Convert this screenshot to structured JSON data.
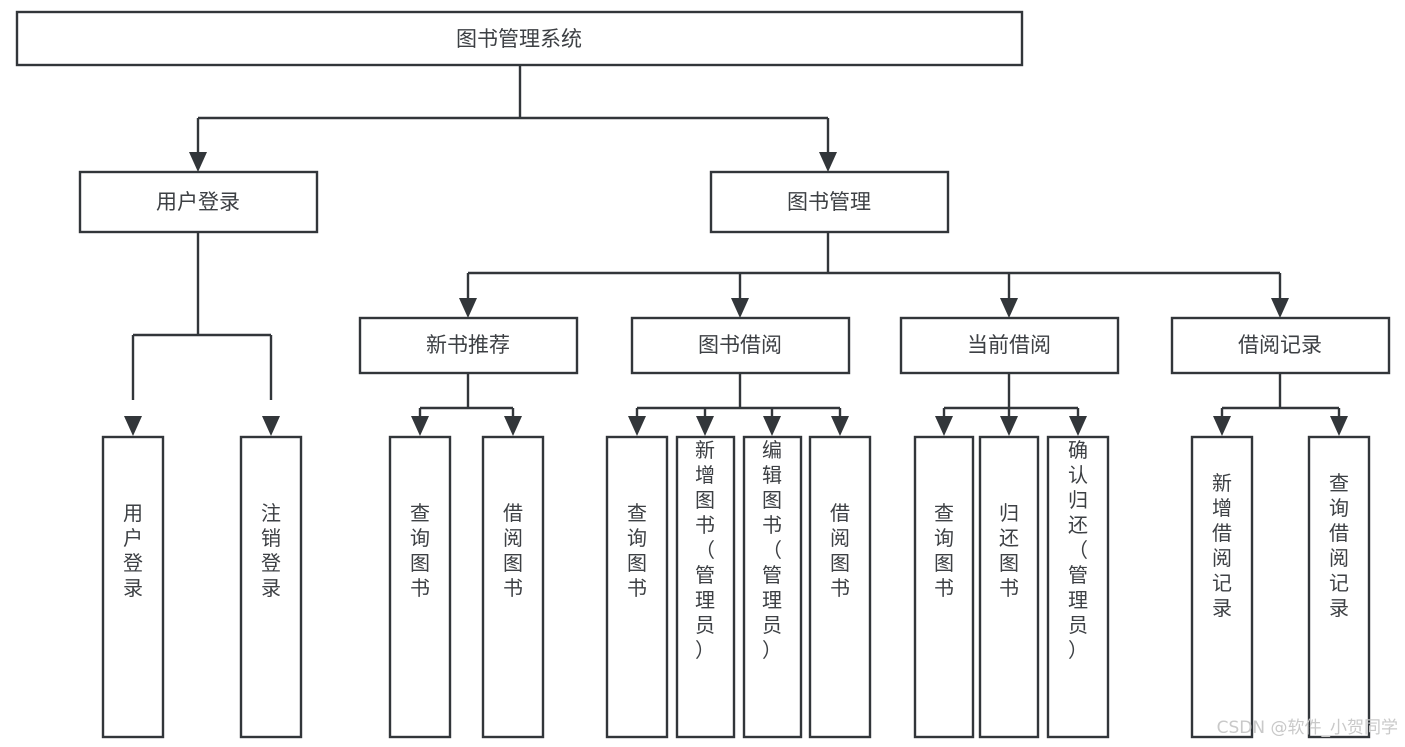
{
  "diagram": {
    "title": "图书管理系统",
    "type": "tree-hierarchy",
    "root": {
      "id": "root",
      "label": "图书管理系统",
      "orientation": "horizontal"
    },
    "level1": [
      {
        "id": "user-login",
        "label": "用户登录",
        "orientation": "horizontal"
      },
      {
        "id": "book-management",
        "label": "图书管理",
        "orientation": "horizontal"
      }
    ],
    "level2": [
      {
        "id": "new-book-recommend",
        "label": "新书推荐",
        "parent": "book-management",
        "orientation": "horizontal"
      },
      {
        "id": "book-borrow",
        "label": "图书借阅",
        "parent": "book-management",
        "orientation": "horizontal"
      },
      {
        "id": "current-borrow",
        "label": "当前借阅",
        "parent": "book-management",
        "orientation": "horizontal"
      },
      {
        "id": "borrow-record",
        "label": "借阅记录",
        "parent": "book-management",
        "orientation": "horizontal"
      }
    ],
    "leaves": [
      {
        "id": "leaf-user-login",
        "label": "用户登录",
        "parent": "user-login",
        "orientation": "vertical"
      },
      {
        "id": "leaf-logout-login",
        "label": "注销登录",
        "parent": "user-login",
        "orientation": "vertical"
      },
      {
        "id": "leaf-query-book-1",
        "label": "查询图书",
        "parent": "new-book-recommend",
        "orientation": "vertical"
      },
      {
        "id": "leaf-borrow-book-1",
        "label": "借阅图书",
        "parent": "new-book-recommend",
        "orientation": "vertical"
      },
      {
        "id": "leaf-query-book-2",
        "label": "查询图书",
        "parent": "book-borrow",
        "orientation": "vertical"
      },
      {
        "id": "leaf-add-book",
        "label": "新增图书（管理员）",
        "parent": "book-borrow",
        "orientation": "vertical"
      },
      {
        "id": "leaf-edit-book",
        "label": "编辑图书（管理员）",
        "parent": "book-borrow",
        "orientation": "vertical"
      },
      {
        "id": "leaf-borrow-book-2",
        "label": "借阅图书",
        "parent": "book-borrow",
        "orientation": "vertical"
      },
      {
        "id": "leaf-query-book-3",
        "label": "查询图书",
        "parent": "current-borrow",
        "orientation": "vertical"
      },
      {
        "id": "leaf-return-book",
        "label": "归还图书",
        "parent": "current-borrow",
        "orientation": "vertical"
      },
      {
        "id": "leaf-confirm-return",
        "label": "确认归还（管理员）",
        "parent": "current-borrow",
        "orientation": "vertical"
      },
      {
        "id": "leaf-add-record",
        "label": "新增借阅记录",
        "parent": "borrow-record",
        "orientation": "vertical"
      },
      {
        "id": "leaf-query-record",
        "label": "查询借阅记录",
        "parent": "borrow-record",
        "orientation": "vertical"
      }
    ],
    "colors": {
      "background": "#ffffff",
      "box_fill": "#ffffff",
      "box_stroke": "#32363a",
      "text": "#3d4044",
      "watermark": "#c9c9c9"
    }
  },
  "watermark": {
    "label": "CSDN @软件_小贺同学"
  }
}
